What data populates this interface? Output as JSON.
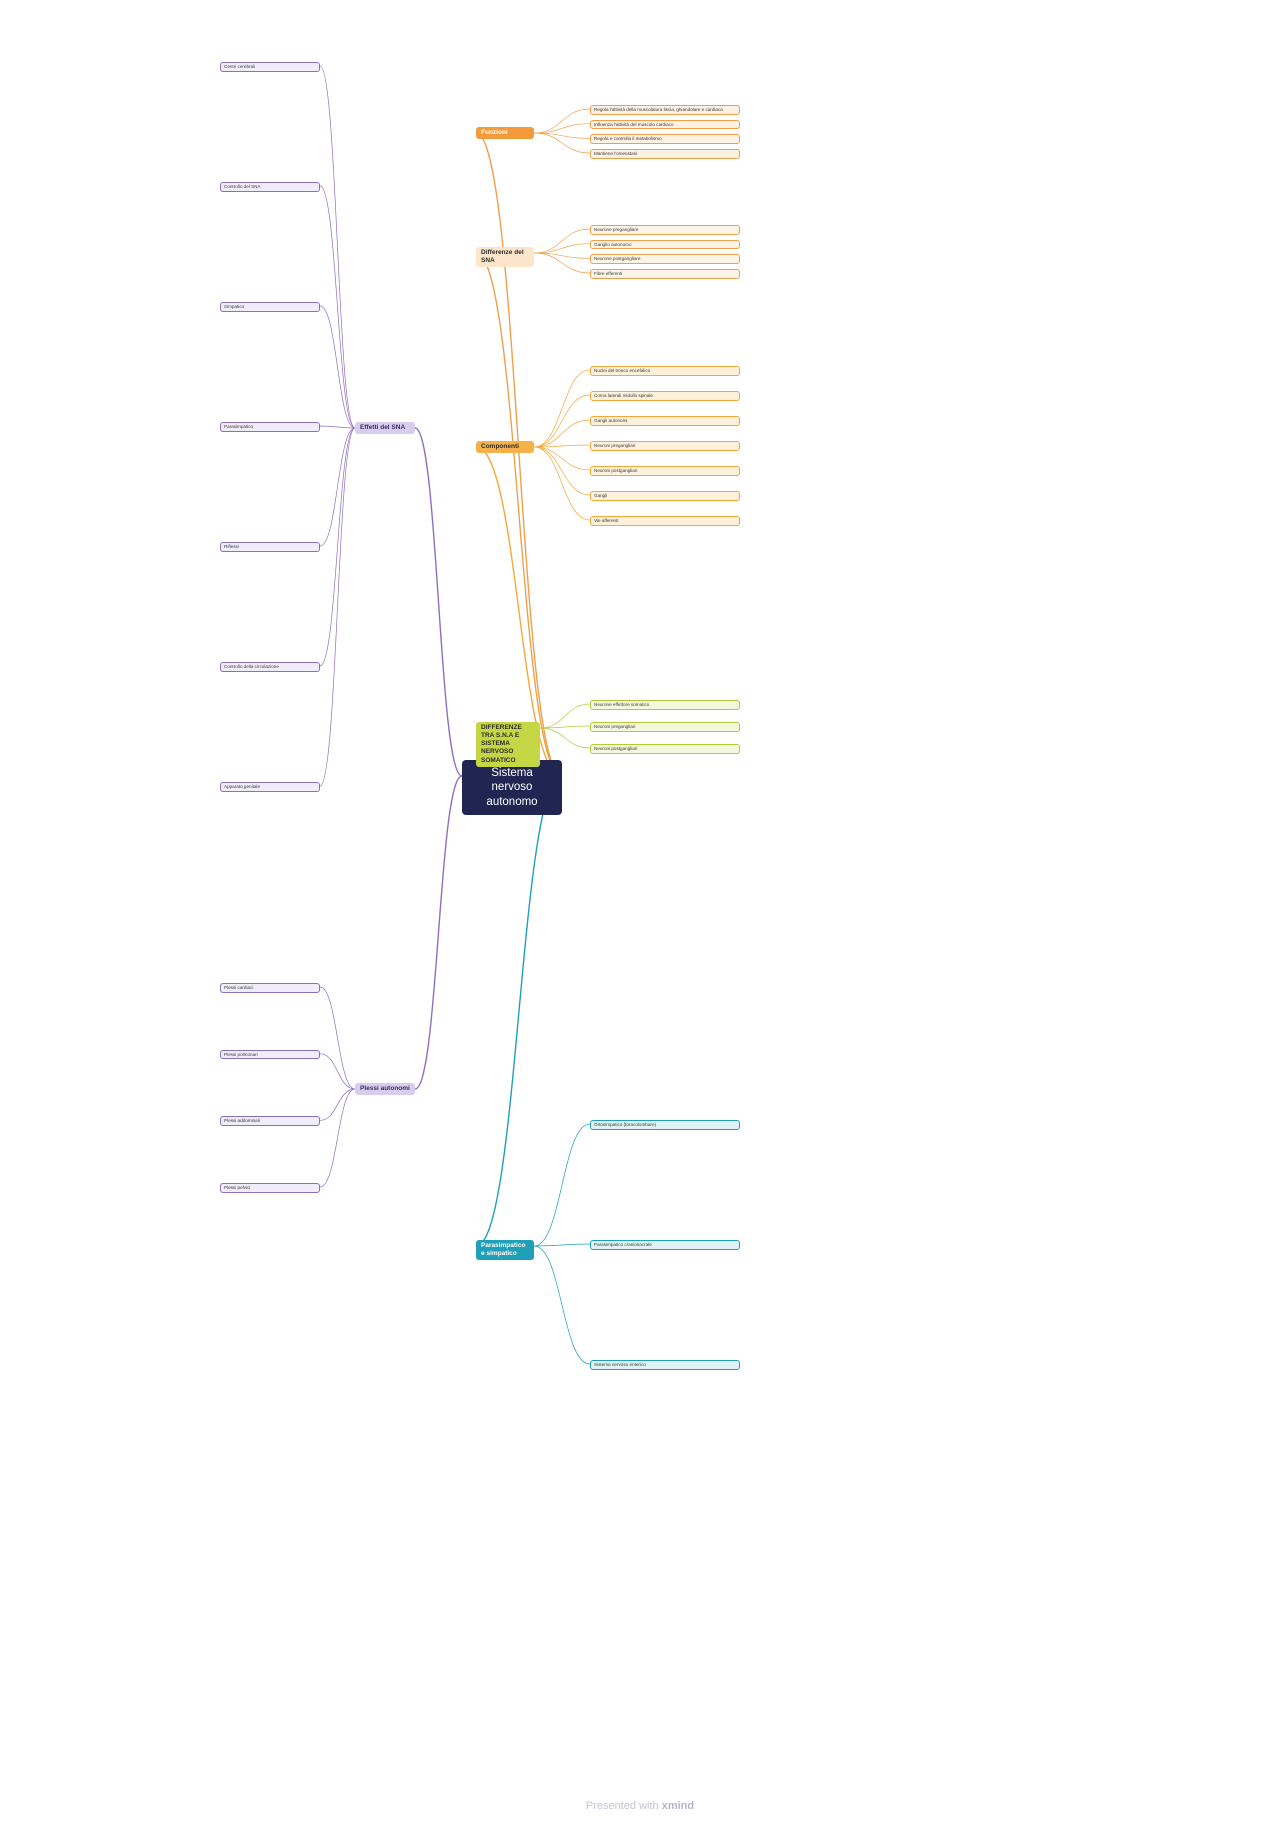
{
  "central": "Sistema nervoso autonomo",
  "footer": {
    "prefix": "Presented with",
    "brand": "xmind"
  },
  "colors": {
    "central": "#202552",
    "branch_funzioni": "#f0a04b",
    "branch_componenti": "#f4a83c",
    "branch_differenze": "#b7c93b",
    "branch_para": "#1fa0b8",
    "branch_plexi": "#8c6fc2",
    "branch_effetti": "#8c6fc2"
  },
  "left_branches": [
    {
      "label": "Effetti del SNA",
      "children": [
        "Centri cerebrali",
        "Controllo del SNA",
        "Simpatico",
        "Parasimpatico",
        "Riflessi",
        "Controllo della circolazione",
        "Apparato genitale"
      ]
    },
    {
      "label": "Plessi autonomi",
      "children": [
        "Plessi cardiaci",
        "Plessi polmonari",
        "Plessi addominali",
        "Plessi pelvici"
      ]
    }
  ],
  "right_branches": [
    {
      "label": "Funzioni",
      "children": [
        "Regola l'attività della muscolatura liscia, ghiandolare e cardiaca",
        "Influenza l'attività del muscolo cardiaco",
        "Regola e controlla il metabolismo",
        "Mantiene l'omeostasi"
      ]
    },
    {
      "label": "Differenze del SNA",
      "children": [
        "Neurone pregangliare",
        "Ganglio autonomo",
        "Neurone postgangliare",
        "Fibre efferenti"
      ]
    },
    {
      "label": "Componenti",
      "children": [
        "Nuclei del tronco encefalico",
        "Corna laterali midollo spinale",
        "Gangli autonomi",
        "Neuroni pregangliari",
        "Neuroni postgangliari",
        "Gangli",
        "Vie afferenti"
      ]
    },
    {
      "label": "DIFFERENZE TRA S.N.A E SISTEMA NERVOSO SOMATICO",
      "children": [
        "Neurone effettore somatico",
        "Neuroni pregangliari",
        "Neuroni postgangliari"
      ]
    },
    {
      "label": "Parasimpatico e simpatico",
      "children": [
        "Ortosimpatico (toracolombare)",
        "Parasimpatico craniosacrale",
        "Sistema nervoso enterico"
      ]
    }
  ]
}
